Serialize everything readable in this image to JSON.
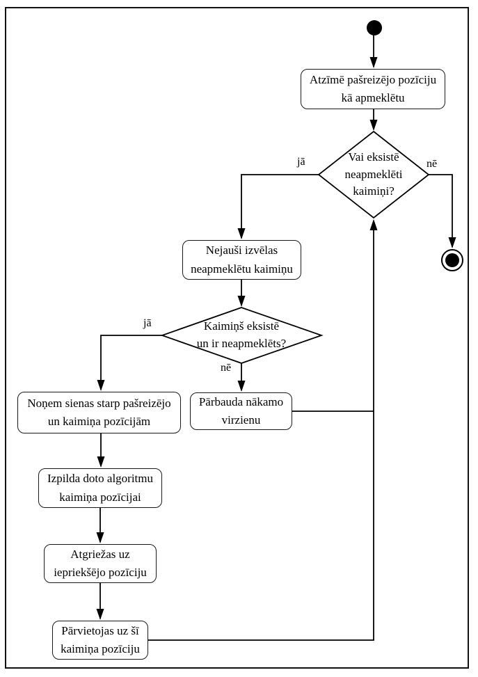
{
  "diagram": {
    "type": "activity-flowchart",
    "language": "lv",
    "colors": {
      "line": "#000000",
      "node_fill": "#ffffff",
      "text": "#000000",
      "background": "#ffffff"
    },
    "nodes": {
      "mark_visited": {
        "label": "Atzīmē pašreizējo pozīciju\nkā apmeklētu"
      },
      "decision_unvisited_neighbors": {
        "label": "Vai eksistē\nneapmeklēti\nkaimiņi?"
      },
      "choose_random_neighbor": {
        "label": "Nejauši izvēlas\nneapmeklētu kaimiņu"
      },
      "decision_neighbor_exists": {
        "label": "Kaimiņš eksistē\nun ir neapmeklēts?"
      },
      "remove_walls": {
        "label": "Noņem sienas starp pašreizējo\nun kaimiņa pozīcijām"
      },
      "check_next_direction": {
        "label": "Pārbauda nākamo\nvirzienu"
      },
      "run_algorithm": {
        "label": "Izpilda doto algoritmu\nkaimiņa pozīcijai"
      },
      "return_previous": {
        "label": "Atgriežas uz\niepriekšējo pozīciju"
      },
      "move_to_neighbor": {
        "label": "Pārvietojas uz šī\nkaimiņa pozīciju"
      }
    },
    "edge_labels": {
      "decision1_yes": "jā",
      "decision1_no": "nē",
      "decision2_yes": "jā",
      "decision2_no": "nē"
    }
  }
}
